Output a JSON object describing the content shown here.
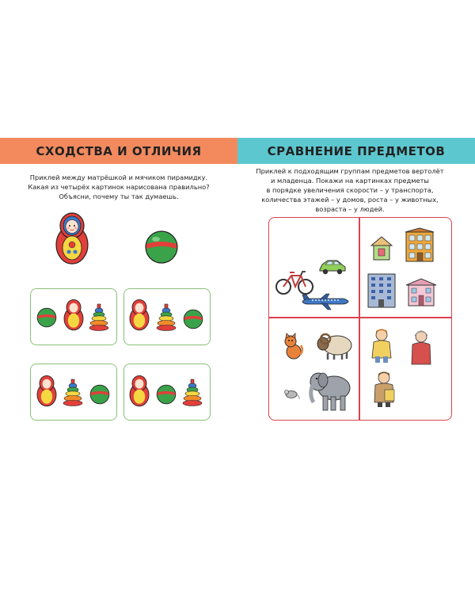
{
  "left_page": {
    "banner": "СХОДСТВА И ОТЛИЧИЯ",
    "instruction": [
      "Приклей между матрёшкой и мячиком пирамидку.",
      "Какая из четырёх картинок нарисована правильно?",
      "Объясни, почему ты так думаешь."
    ],
    "cards": [
      {
        "order": [
          "ball",
          "doll",
          "pyramid"
        ]
      },
      {
        "order": [
          "doll",
          "pyramid",
          "ball"
        ]
      },
      {
        "order": [
          "doll",
          "pyramid",
          "ball"
        ]
      },
      {
        "order": [
          "doll",
          "ball",
          "pyramid"
        ]
      }
    ]
  },
  "right_page": {
    "banner": "СРАВНЕНИЕ ПРЕДМЕТОВ",
    "instruction": [
      "Приклей к подходящим группам предметов вертолёт",
      "и младенца. Покажи на картинках предметы",
      "в порядке увеличения скорости – у транспорта,",
      "количества этажей – у домов, роста – у животных,",
      "возраста – у людей."
    ],
    "groups": [
      {
        "name": "transport",
        "items": [
          "bicycle-icon",
          "car-icon",
          "airplane-icon"
        ]
      },
      {
        "name": "houses",
        "items": [
          "small-house-icon",
          "tall-house-icon",
          "high-rise-icon",
          "pink-house-icon"
        ]
      },
      {
        "name": "animals",
        "items": [
          "cat-icon",
          "ram-icon",
          "mouse-icon",
          "elephant-icon"
        ]
      },
      {
        "name": "people",
        "items": [
          "boy-icon",
          "grandmother-icon",
          "young-man-icon"
        ]
      }
    ]
  },
  "colors": {
    "orange_banner": "#f28a5e",
    "teal_banner": "#5cc7cf",
    "card_border": "#8cc07a",
    "frame_border": "#d9434f"
  }
}
